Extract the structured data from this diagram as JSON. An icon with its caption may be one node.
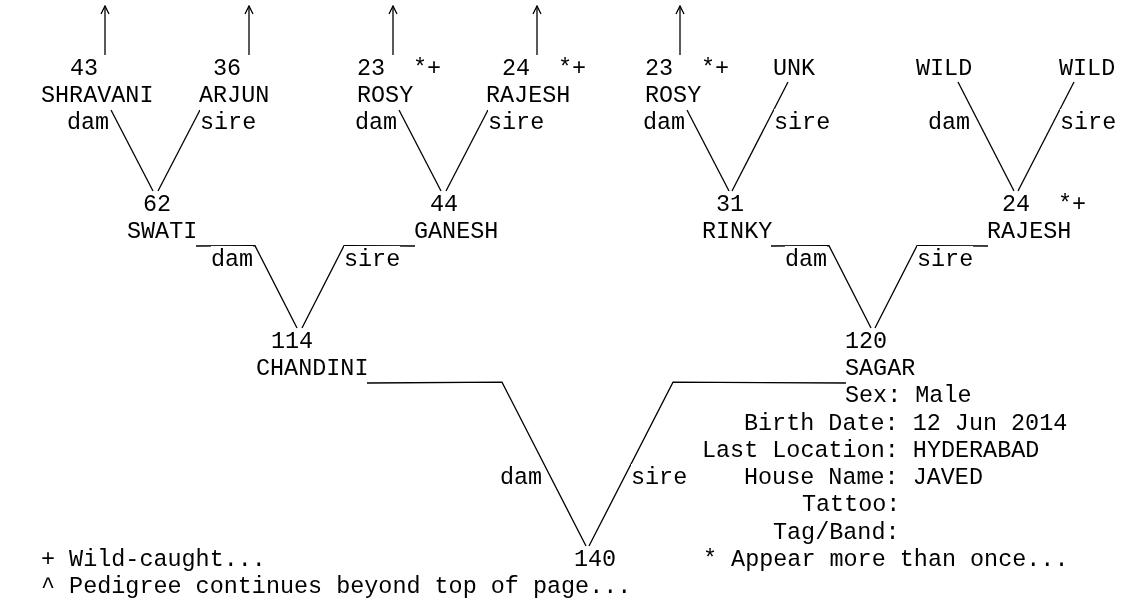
{
  "diagram": {
    "nodes": [
      {
        "text": [
          "43",
          "SHRAVANI"
        ]
      },
      {
        "text": [
          "36",
          "ARJUN"
        ]
      },
      {
        "text": [
          "23",
          "ROSY"
        ],
        "beside": [
          "*+"
        ]
      },
      {
        "text": [
          "24",
          "RAJESH"
        ],
        "beside": [
          "*+"
        ]
      },
      {
        "text": [
          "23",
          "ROSY"
        ],
        "beside": [
          "*+"
        ]
      },
      {
        "text": [
          "UNK"
        ]
      },
      {
        "text": [
          "WILD"
        ]
      },
      {
        "text": [
          "WILD"
        ]
      },
      {
        "text": [
          "62",
          "SWATI"
        ]
      },
      {
        "text": [
          "44",
          "GANESH"
        ]
      },
      {
        "text": [
          "31",
          "RINKY"
        ]
      },
      {
        "text": [
          "24",
          "RAJESH"
        ],
        "beside": [
          "*+"
        ]
      },
      {
        "text": [
          "114",
          "CHANDINI"
        ]
      },
      {
        "text": [
          "120",
          "SAGAR"
        ]
      },
      {
        "text": [
          "140"
        ]
      }
    ],
    "edges": [
      {
        "from": 0,
        "to": 8,
        "arrow": "none",
        "label": "dam"
      },
      {
        "from": 1,
        "to": 8,
        "arrow": "none",
        "label": "sire"
      },
      {
        "from": 2,
        "to": 9,
        "arrow": "none",
        "label": "dam"
      },
      {
        "from": 3,
        "to": 9,
        "arrow": "none",
        "label": "sire"
      },
      {
        "from": 4,
        "to": 10,
        "arrow": "none",
        "label": "dam"
      },
      {
        "from": 5,
        "to": 10,
        "arrow": "none",
        "label": "sire"
      },
      {
        "from": 6,
        "to": 11,
        "arrow": "none",
        "label": "dam"
      },
      {
        "from": 7,
        "to": 11,
        "arrow": "none",
        "label": "sire"
      },
      {
        "from": 8,
        "to": 12,
        "arrow": "none",
        "label": "dam"
      },
      {
        "from": 9,
        "to": 12,
        "arrow": "none",
        "label": "sire"
      },
      {
        "from": 10,
        "to": 13,
        "arrow": "none",
        "label": "dam"
      },
      {
        "from": 11,
        "to": 13,
        "arrow": "none",
        "label": "sire"
      },
      {
        "from": 12,
        "to": 14,
        "arrow": "none",
        "label": "dam"
      },
      {
        "from": 13,
        "to": 14,
        "arrow": "none",
        "label": "sire"
      },
      {
        "from": 0,
        "to": null,
        "arrow": "to"
      },
      {
        "from": 1,
        "to": null,
        "arrow": "to"
      },
      {
        "from": 2,
        "to": null,
        "arrow": "to"
      },
      {
        "from": 3,
        "to": null,
        "arrow": "to"
      },
      {
        "from": 4,
        "to": null,
        "arrow": "to"
      }
    ],
    "labels": [
      "Sex: Male",
      "Birth Date: 12 Jun 2014",
      "Last Location: HYDERABAD",
      "House Name: JAVED",
      "Tattoo:",
      "Tag/Band:",
      "+ Wild-caught...",
      "* Appear more than once...",
      "^ Pedigree continues beyond top of page..."
    ]
  }
}
